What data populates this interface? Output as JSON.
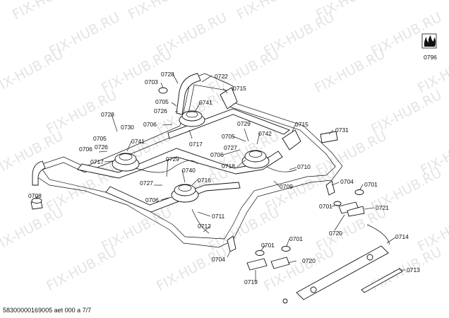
{
  "watermark": {
    "text": "FIX-HUB.RU",
    "color": "#e4e4e4"
  },
  "callouts": [
    "0796",
    "0722",
    "0715",
    "0741",
    "0703",
    "0728",
    "0705",
    "0726",
    "0706",
    "0728",
    "0730",
    "0705",
    "0726",
    "0741",
    "0706",
    "0717",
    "0717",
    "0729",
    "0740",
    "0727",
    "0706",
    "0716",
    "0729",
    "0742",
    "0705",
    "0727",
    "0706",
    "0718",
    "0715",
    "0731",
    "0710",
    "0709",
    "0708",
    "0704",
    "0701",
    "0701",
    "0721",
    "0711",
    "0712",
    "0720",
    "0714",
    "0701",
    "0701",
    "0720",
    "0704",
    "0719",
    "0713"
  ],
  "icon": {
    "name": "gas-flame-icon",
    "label": "0796"
  },
  "footer": {
    "text": "58300000169005 aet 000 a 7/7"
  }
}
